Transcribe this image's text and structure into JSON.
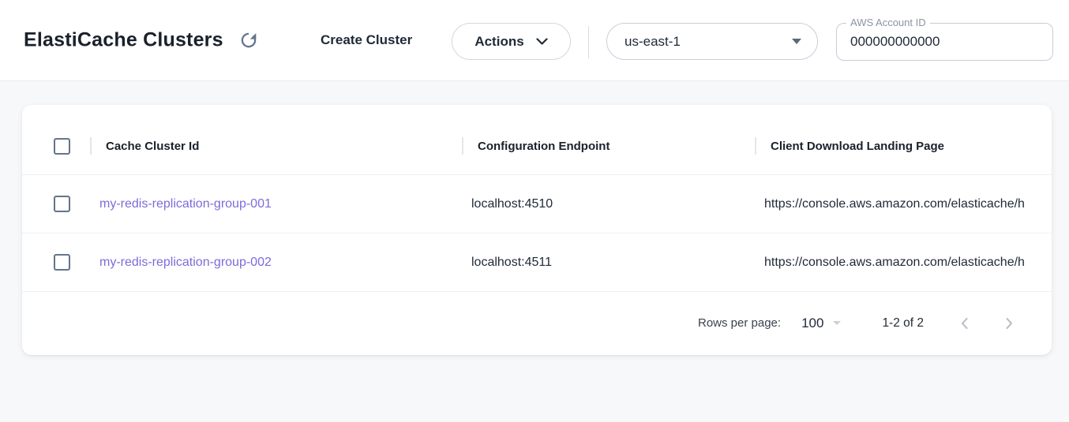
{
  "header": {
    "title": "ElastiCache Clusters",
    "create_cluster_label": "Create Cluster",
    "actions_label": "Actions",
    "region": "us-east-1",
    "aws_account_label": "AWS Account ID",
    "aws_account_value": "000000000000"
  },
  "table": {
    "columns": [
      {
        "label": "Cache Cluster Id"
      },
      {
        "label": "Configuration Endpoint"
      },
      {
        "label": "Client Download Landing Page"
      }
    ],
    "rows": [
      {
        "cache_cluster_id": "my-redis-replication-group-001",
        "configuration_endpoint": "localhost:4510",
        "client_download_landing_page": "https://console.aws.amazon.com/elasticache/h"
      },
      {
        "cache_cluster_id": "my-redis-replication-group-002",
        "configuration_endpoint": "localhost:4511",
        "client_download_landing_page": "https://console.aws.amazon.com/elasticache/h"
      }
    ]
  },
  "pagination": {
    "rows_per_page_label": "Rows per page:",
    "rows_per_page": "100",
    "range": "1-2 of 2"
  },
  "icons": {
    "refresh_icon": "circular clockwise arrow",
    "chevron_down_icon": "chevron down stroke",
    "dropdown_caret_icon": "filled triangle down",
    "prev_page_icon": "chevron left",
    "next_page_icon": "chevron right",
    "checkbox_icon": "unchecked square"
  },
  "colors": {
    "link_purple": "#7d6bdb",
    "slate_icon": "#64748b",
    "page_background": "#f7f8fa",
    "disabled_gray": "#bcc1ca"
  }
}
